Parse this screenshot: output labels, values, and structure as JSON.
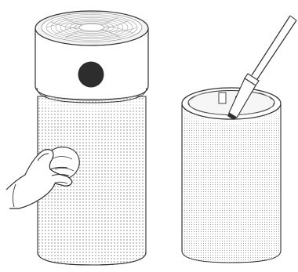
{
  "figure": {
    "panels": [
      {
        "name": "wipe-panel",
        "action": "wipe-with-cloth"
      },
      {
        "name": "vacuum-panel",
        "action": "vacuum-inside"
      }
    ],
    "colors": {
      "outline": "#2f2f2f",
      "display": "#2d2d2d",
      "mesh-dot": "#7a7a7a",
      "skin": "#ffffff"
    }
  }
}
